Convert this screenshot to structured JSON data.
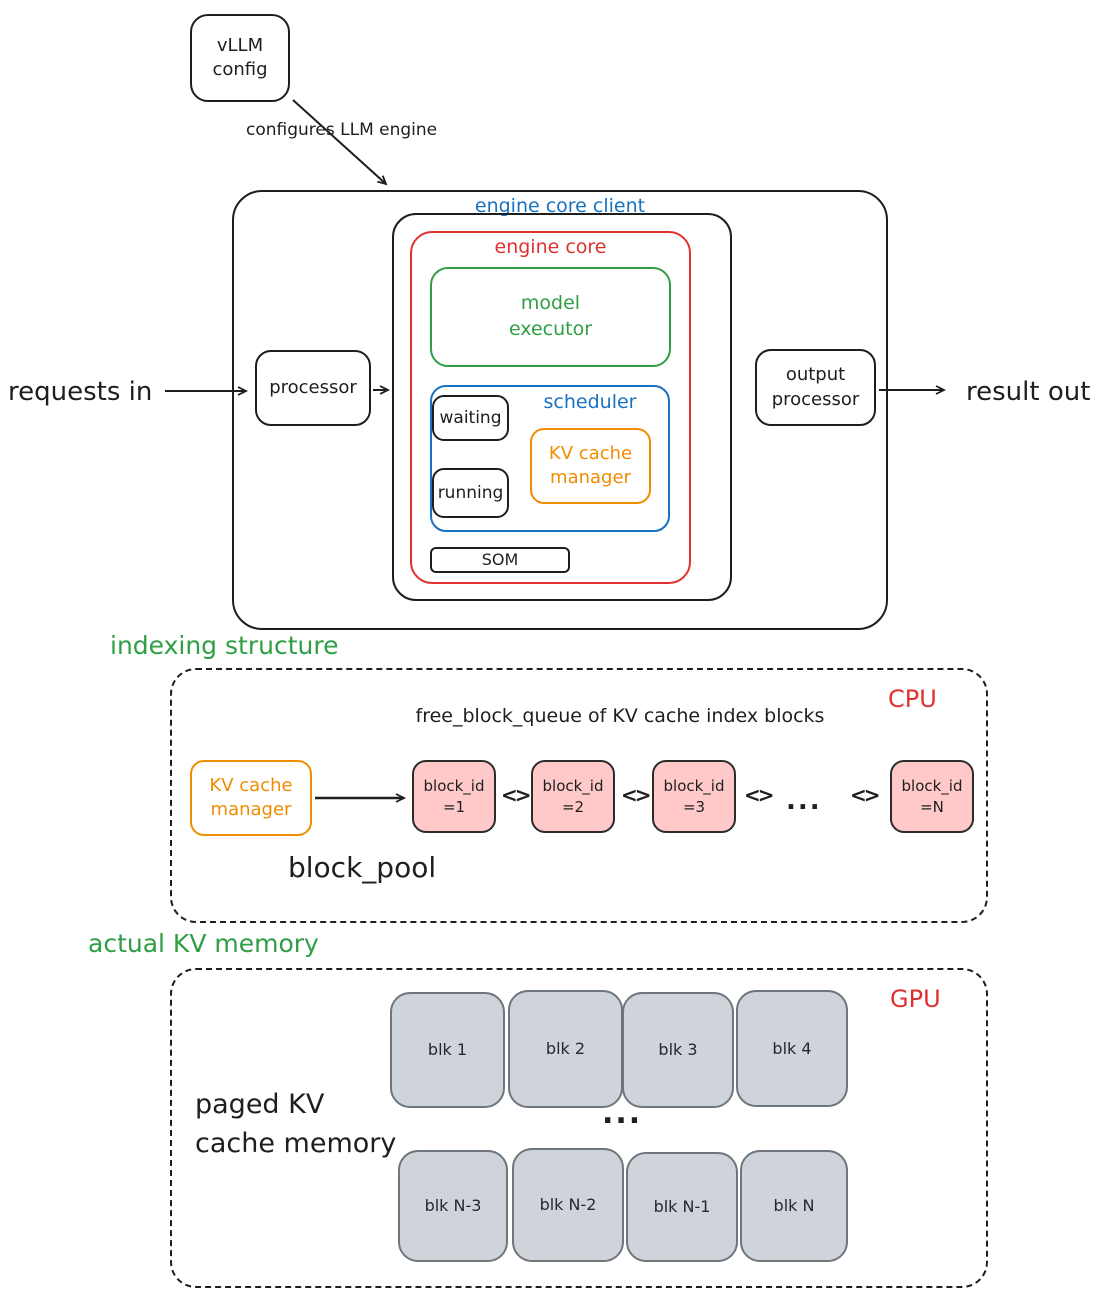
{
  "colors": {
    "ink": "#1e1e1e",
    "blue": "#1971c2",
    "red": "#e03131",
    "green": "#2f9e44",
    "orange": "#f08c00",
    "pink_fill": "#ffc9c9",
    "gray_fill": "#ced4da"
  },
  "config": {
    "box_label": "vLLM\nconfig",
    "arrow_label": "configures LLM engine"
  },
  "pipeline": {
    "requests_in": "requests in",
    "result_out": "result out",
    "processor": "processor",
    "output_processor": "output\nprocessor"
  },
  "engine": {
    "client_label": "engine core client",
    "core_label": "engine core",
    "model_executor": "model\nexecutor",
    "scheduler_label": "scheduler",
    "waiting": "waiting",
    "running": "running",
    "kv_cache_manager": "KV cache\nmanager",
    "som": "SOM"
  },
  "indexing": {
    "section_title": "indexing structure",
    "zone_label": "CPU",
    "queue_title": "free_block_queue of KV cache index blocks",
    "kv_cache_manager": "KV cache\nmanager",
    "block_pool_label": "block_pool",
    "blocks": [
      "block_id\n=1",
      "block_id\n=2",
      "block_id\n=3",
      "block_id\n=N"
    ],
    "ellipsis": "...",
    "link_icon": "<>"
  },
  "memory": {
    "section_title": "actual KV memory",
    "zone_label": "GPU",
    "paged_label": "paged KV\ncache memory",
    "top_row": [
      "blk 1",
      "blk 2",
      "blk 3",
      "blk 4"
    ],
    "bottom_row": [
      "blk N-3",
      "blk N-2",
      "blk N-1",
      "blk N"
    ],
    "ellipsis": "..."
  }
}
